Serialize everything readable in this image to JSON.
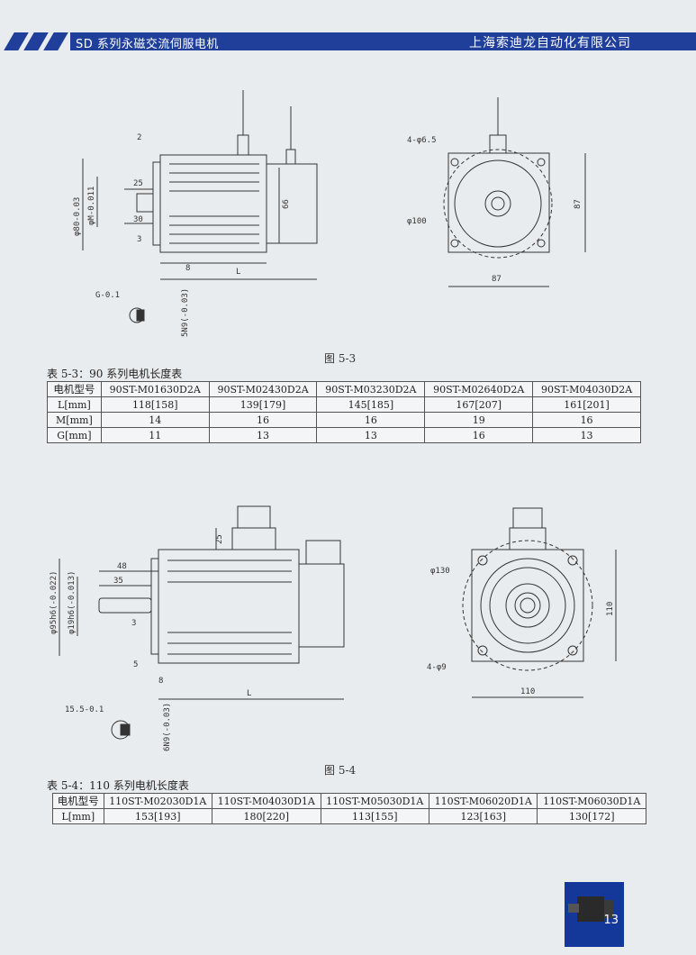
{
  "header": {
    "left_title": "SD 系列永磁交流伺服电机",
    "right_title": "上海索迪龙自动化有限公司"
  },
  "figure1": {
    "caption": "图 5-3",
    "dims": {
      "d2": "2",
      "d25": "25",
      "d30": "30",
      "d3": "3",
      "d8": "8",
      "dL": "L",
      "d66": "66",
      "phi80": "φ80-0.03",
      "phiM": "φM-0.011",
      "G": "G-0.1",
      "key": "5N9(-0.03)",
      "holes": "4-φ6.5",
      "phi100": "φ100",
      "w87": "87",
      "h87": "87"
    }
  },
  "table1": {
    "title": "表 5-3：90 系列电机长度表",
    "header": [
      "电机型号",
      "90ST-M01630D2A",
      "90ST-M02430D2A",
      "90ST-M03230D2A",
      "90ST-M02640D2A",
      "90ST-M04030D2A"
    ],
    "rows": [
      [
        "L[mm]",
        "118[158]",
        "139[179]",
        "145[185]",
        "167[207]",
        "161[201]"
      ],
      [
        "M[mm]",
        "14",
        "16",
        "16",
        "19",
        "16"
      ],
      [
        "G[mm]",
        "11",
        "13",
        "13",
        "16",
        "13"
      ]
    ]
  },
  "figure2": {
    "caption": "图 5-4",
    "dims": {
      "d48": "48",
      "d35": "35",
      "d3": "3",
      "d5": "5",
      "d8": "8",
      "dL": "L",
      "d25": "25",
      "phi95": "φ95h6(-0.022)",
      "phi19": "φ19h6(-0.013)",
      "d155": "15.5-0.1",
      "key": "6N9(-0.03)",
      "phi130": "φ130",
      "holes": "4-φ9",
      "w110": "110",
      "h110": "110"
    }
  },
  "table2": {
    "title": "表 5-4：110 系列电机长度表",
    "header": [
      "电机型号",
      "110ST-M02030D1A",
      "110ST-M04030D1A",
      "110ST-M05030D1A",
      "110ST-M06020D1A",
      "110ST-M06030D1A"
    ],
    "rows": [
      [
        "L[mm]",
        "153[193]",
        "180[220]",
        "113[155]",
        "123[163]",
        "130[172]"
      ]
    ]
  },
  "page": {
    "number": "13"
  },
  "colors": {
    "header_blue": "#1f3f9a",
    "page_box_blue": "#13389a"
  }
}
